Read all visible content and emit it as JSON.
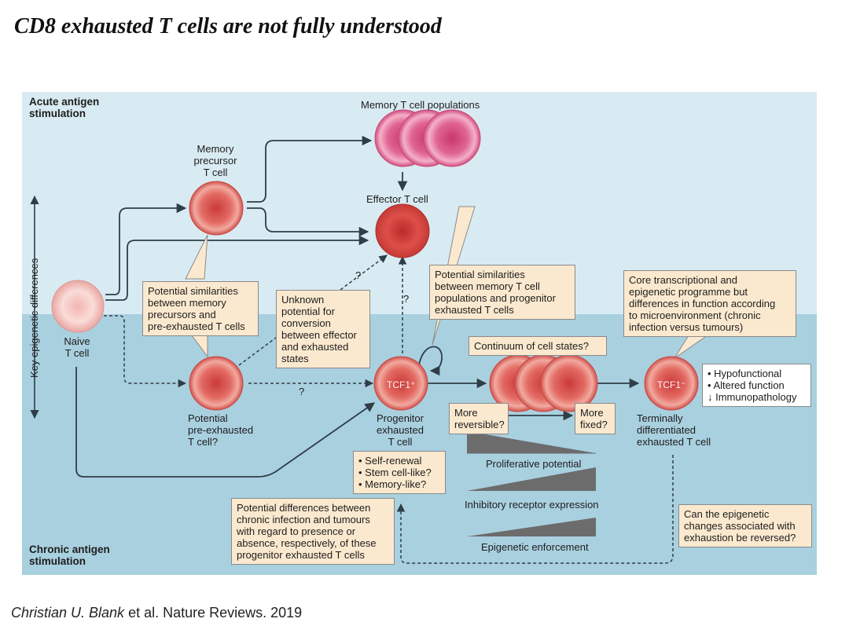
{
  "title": "CD8 exhausted T cells are not fully understood",
  "citation": {
    "authors": "Christian U. Blank",
    "rest": " et al. Nature Reviews. 2019"
  },
  "regions": {
    "acute": "Acute antigen\nstimulation",
    "chronic": "Chronic antigen\nstimulation"
  },
  "axis_label": "Key epigenetic differences",
  "cells": {
    "memory_populations": "Memory T cell populations",
    "memory_precursor": "Memory\nprecursor\nT cell",
    "effector": "Effector T cell",
    "naive": "Naive\nT cell",
    "pre_exhausted": "Potential\npre-exhausted\nT cell?",
    "progenitor": "Progenitor\nexhausted\nT cell",
    "terminal": "Terminally\ndifferentiated\nexhausted T cell",
    "tcf1_pos": "TCF1⁺",
    "tcf1_neg": "TCF1⁻"
  },
  "question_marks": [
    "?",
    "?",
    "?"
  ],
  "boxes": {
    "similarities_memory": "Potential similarities\nbetween memory\nprecursors and\npre-exhausted T cells",
    "unknown_potential": "Unknown\npotential for\nconversion\nbetween effector\nand exhausted\nstates",
    "similarities_progenitor": "Potential similarities\nbetween memory T cell\npopulations and progenitor\nexhausted T cells",
    "core_programme": "Core transcriptional and\nepigenetic programme but\ndifferences in function according\nto microenvironment (chronic\ninfection versus tumours)",
    "continuum": "Continuum of cell states?",
    "more_reversible": "More\nreversible?",
    "more_fixed": "More\nfixed?",
    "terminal_features": "• Hypofunctional\n• Altered function\n↓ Immunopathology",
    "progenitor_features": "• Self-renewal\n• Stem cell-like?\n• Memory-like?",
    "differences_chronic": "Potential differences between\nchronic infection and tumours\nwith regard to presence or\nabsence, respectively, of these\nprogenitor exhausted T cells",
    "epigenetic_reversed": "Can the epigenetic\nchanges associated with\nexhaustion be reversed?"
  },
  "gradients": {
    "proliferative": "Proliferative potential",
    "inhibitory": "Inhibitory receptor expression",
    "epigenetic": "Epigenetic enforcement"
  },
  "colors": {
    "top_band": "#d9ebf2",
    "bottom_band": "#a9d0df",
    "callout": "#fbe9cf",
    "cell_red": "#e05a5a",
    "cell_pink": "#e06a93"
  }
}
